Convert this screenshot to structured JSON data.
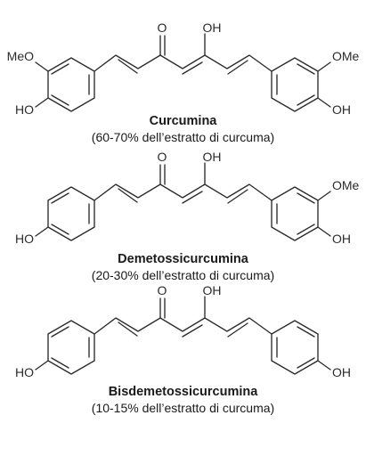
{
  "colors": {
    "ink": "#2b2b2b",
    "background": "#ffffff"
  },
  "compounds": [
    {
      "name": "Curcumina",
      "share": "(60-70% dell’estratto di curcuma)",
      "labels": {
        "carbonyl_o": "O",
        "enol_oh": "OH",
        "left_ome": "MeO",
        "left_oh": "HO",
        "right_ome": "OMe",
        "right_oh": "OH"
      }
    },
    {
      "name": "Demetossicurcumina",
      "share": "(20-30% dell’estratto di curcuma)",
      "labels": {
        "carbonyl_o": "O",
        "enol_oh": "OH",
        "left_oh": "HO",
        "right_ome": "OMe",
        "right_oh": "OH"
      }
    },
    {
      "name": "Bisdemetossicurcumina",
      "share": "(10-15% dell’estratto di curcuma)",
      "labels": {
        "carbonyl_o": "O",
        "enol_oh": "OH",
        "left_oh": "HO",
        "right_oh": "OH"
      }
    }
  ]
}
